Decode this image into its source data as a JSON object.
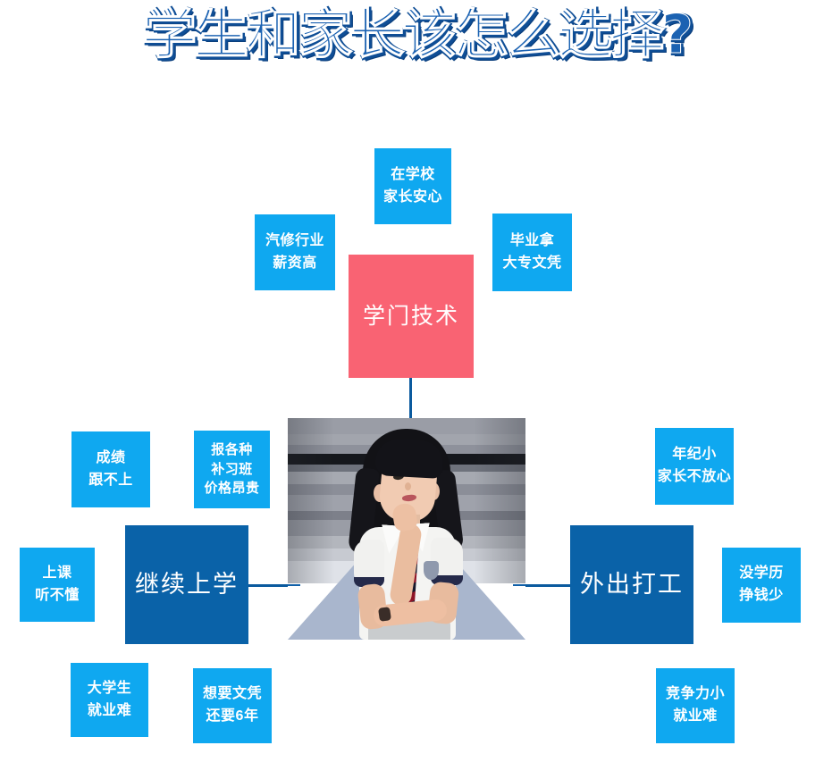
{
  "title": "学生和家长该怎么选择?",
  "colors": {
    "accent_light_blue": "#0fa8f0",
    "hub_dark_blue": "#0a62a8",
    "center_red": "#f96373",
    "connector": "#0a5a9e",
    "title_blue": "#1b62b2"
  },
  "center_node": {
    "label": "学门技术"
  },
  "hubs": {
    "left": {
      "label": "继续上学"
    },
    "right": {
      "label": "外出打工"
    }
  },
  "photo": {
    "alt": "思考中的女学生照片"
  },
  "branches": {
    "study_skill": [
      {
        "lines": [
          "在学校",
          "家长安心"
        ]
      },
      {
        "lines": [
          "汽修行业",
          "薪资高"
        ]
      },
      {
        "lines": [
          "毕业拿",
          "大专文凭"
        ]
      }
    ],
    "keep_schooling": [
      {
        "lines": [
          "成绩",
          "跟不上"
        ]
      },
      {
        "lines": [
          "报各种",
          "补习班",
          "价格昂贵"
        ]
      },
      {
        "lines": [
          "上课",
          "听不懂"
        ]
      },
      {
        "lines": [
          "大学生",
          "就业难"
        ]
      },
      {
        "lines": [
          "想要文凭",
          "还要6年"
        ]
      }
    ],
    "go_work": [
      {
        "lines": [
          "年纪小",
          "家长不放心"
        ]
      },
      {
        "lines": [
          "没学历",
          "挣钱少"
        ]
      },
      {
        "lines": [
          "竞争力小",
          "就业难"
        ]
      }
    ]
  }
}
